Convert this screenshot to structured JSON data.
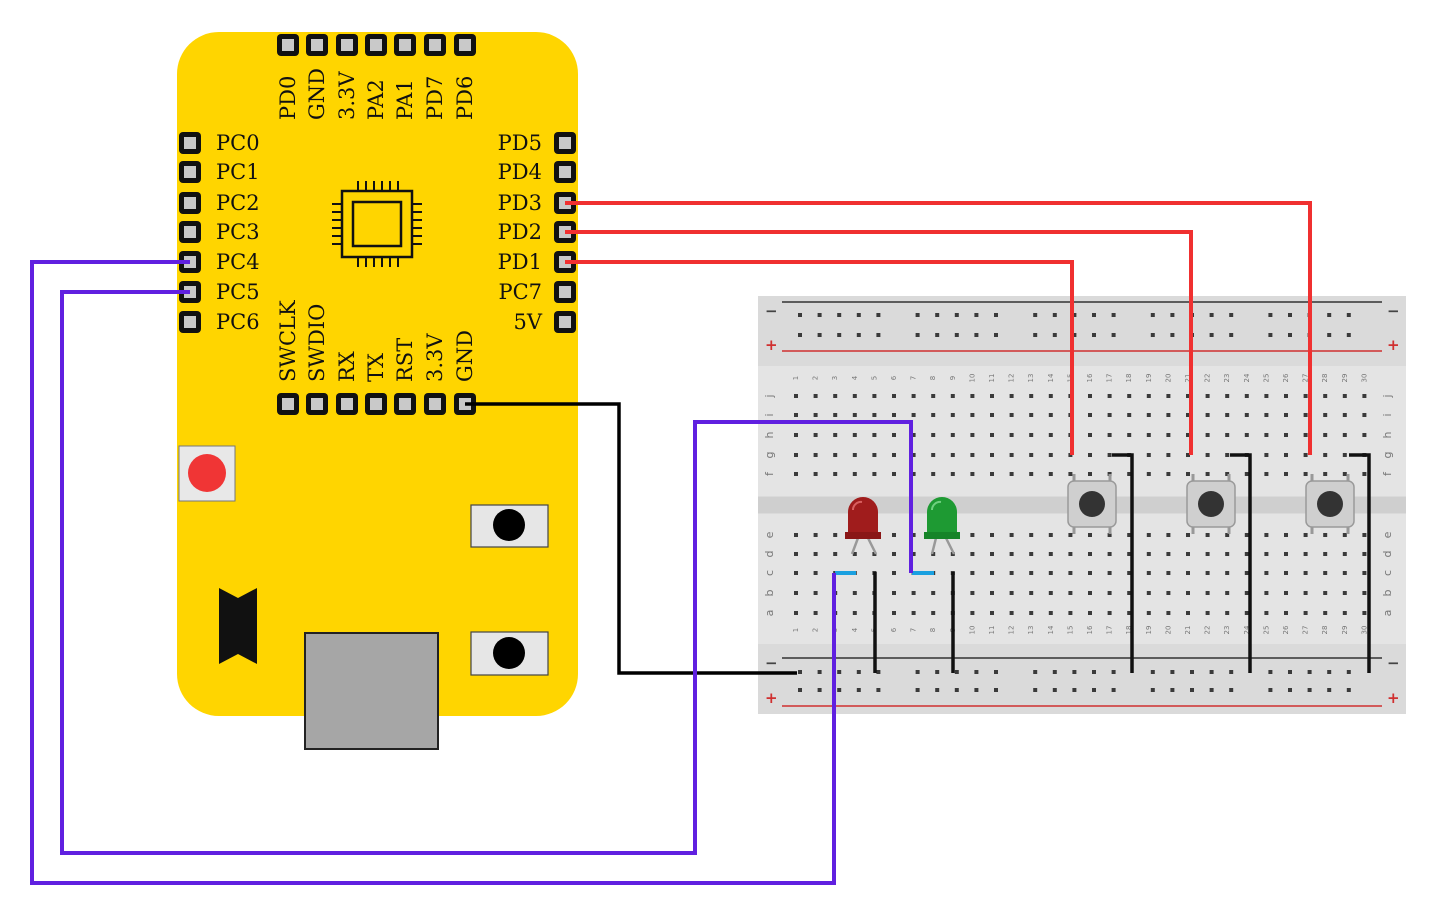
{
  "board": {
    "color": "#FFD500",
    "top_pins": [
      "PD0",
      "GND",
      "3.3V",
      "PA2",
      "PA1",
      "PD7",
      "PD6"
    ],
    "bottom_pins": [
      "SWCLK",
      "SWDIO",
      "RX",
      "TX",
      "RST",
      "3.3V",
      "GND"
    ],
    "left_pins": [
      "PC0",
      "PC1",
      "PC2",
      "PC3",
      "PC4",
      "PC5",
      "PC6"
    ],
    "right_pins": [
      "PD5",
      "PD4",
      "PD3",
      "PD2",
      "PD1",
      "PC7",
      "5V"
    ]
  },
  "breadboard": {
    "columns": 30,
    "rows_top": [
      "j",
      "i",
      "h",
      "g",
      "f"
    ],
    "rows_bottom": [
      "e",
      "d",
      "c",
      "b",
      "a"
    ],
    "rail_minus": "−",
    "rail_plus": "+"
  },
  "components": {
    "leds": [
      {
        "name": "red-led",
        "color": "#B01E1E"
      },
      {
        "name": "green-led",
        "color": "#1E9A33"
      }
    ],
    "buttons": 3
  },
  "wire_colors": {
    "signal": "#F03030",
    "led": "#6020E0",
    "ground": "#000000"
  }
}
